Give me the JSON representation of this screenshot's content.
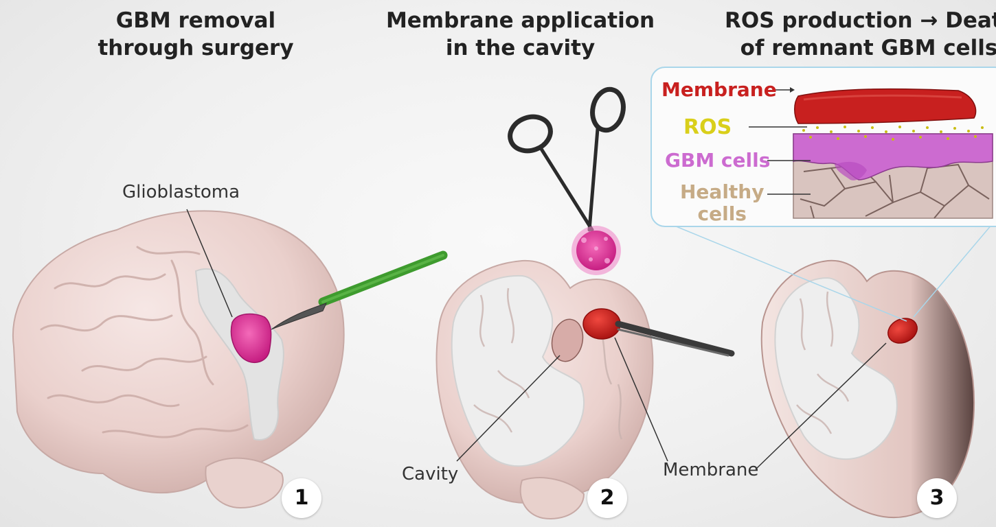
{
  "steps": [
    {
      "title_line1": "GBM removal",
      "title_line2": "through surgery",
      "number": "1"
    },
    {
      "title_line1": "Membrane application",
      "title_line2": "in the cavity",
      "number": "2"
    },
    {
      "title_line1": "ROS production → Death",
      "title_line2": "of remnant GBM cells",
      "number": "3"
    }
  ],
  "callouts": {
    "glioblastoma": "Glioblastoma",
    "cavity": "Cavity",
    "membrane": "Membrane"
  },
  "inset": {
    "membrane": "Membrane",
    "ros": "ROS",
    "gbm_cells": "GBM cells",
    "healthy_line1": "Healthy",
    "healthy_line2": "cells"
  },
  "colors": {
    "membrane": "#c8201f",
    "ros": "#d9cf1a",
    "gbm_cells": "#cc6bd0",
    "healthy_cells": "#c6ab86",
    "tumor": "#e0359a",
    "scalpel_handle": "#3e9b2e",
    "inset_border": "#a9d6ea"
  }
}
